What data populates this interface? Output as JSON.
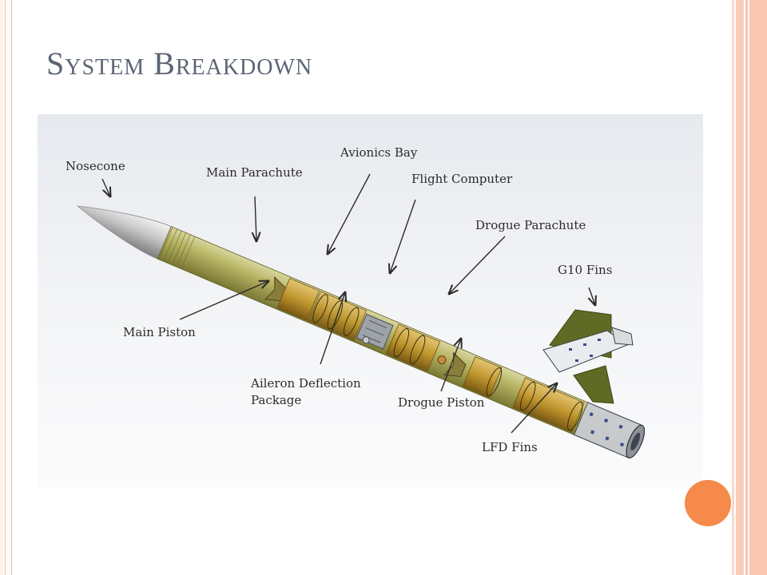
{
  "slide": {
    "title": "System Breakdown",
    "accent_color": "#f58a4b"
  },
  "diagram": {
    "subject-icon": "rocket-cutaway-illustration",
    "labels": {
      "nosecone": "Nosecone",
      "main_parachute": "Main Parachute",
      "avionics_bay": "Avionics Bay",
      "flight_computer": "Flight Computer",
      "drogue_parachute": "Drogue Parachute",
      "g10_fins": "G10 Fins",
      "main_piston": "Main Piston",
      "aileron_deflection_package": "Aileron Deflection\nPackage",
      "drogue_piston": "Drogue Piston",
      "lfd_fins": "LFD Fins"
    }
  }
}
